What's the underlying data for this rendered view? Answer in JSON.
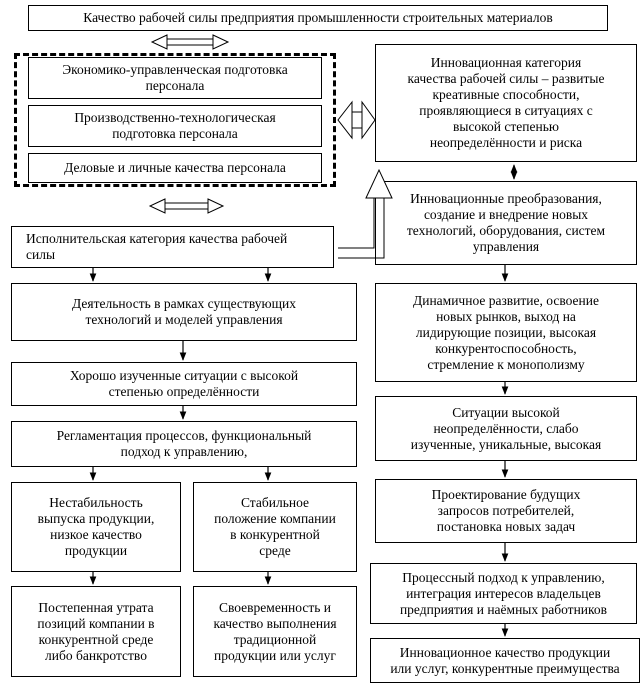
{
  "diagram": {
    "title": "Качество рабочей силы предприятия промышленности строительных материалов",
    "left_group": [
      "Экономико-управленческая подготовка\nперсонала",
      "Производственно-технологическая\nподготовка персонала",
      "Деловые и личные качества персонала"
    ],
    "innovative_category": "Инновационная категория\nкачества рабочей силы – развитые\nкреативные способности,\nпроявляющиеся в ситуациях с\nвысокой степенью\nнеопределённости и риска",
    "executive_category": "Исполнительская категория качества рабочей\nсилы",
    "left_chain": [
      "Деятельность в рамках существующих\nтехнологий и моделей управления",
      "Хорошо изученные ситуации с высокой\nстепенью определённости",
      "Регламентация процессов, функциональный\nподход к управлению,"
    ],
    "left_outcomes": [
      "Нестабильность\nвыпуска продукции,\nнизкое качество\nпродукции",
      "Стабильное\nположение компании\nв конкурентной\nсреде"
    ],
    "left_results": [
      "Постепенная утрата\nпозиций компании в\nконкурентной среде\nлибо банкротство",
      "Своевременность и\nкачество выполнения\nтрадиционной\nпродукции или услуг"
    ],
    "right_chain": [
      "Инновационные преобразования,\nсоздание и внедрение новых\nтехнологий, оборудования, систем\nуправления",
      "Динамичное развитие, освоение\nновых рынков, выход на\nлидирующие позиции, высокая\nконкурентоспособность,\nстремление к монополизму",
      "Ситуации высокой\nнеопределённости, слабо\nизученные, уникальные, высокая",
      "Проектирование будущих\nзапросов потребителей,\nпостановка новых задач",
      "Процессный подход к управлению,\nинтеграция интересов владельцев\nпредприятия и наёмных работников",
      "Инновационное качество продукции\nили услуг, конкурентные преимущества"
    ]
  }
}
